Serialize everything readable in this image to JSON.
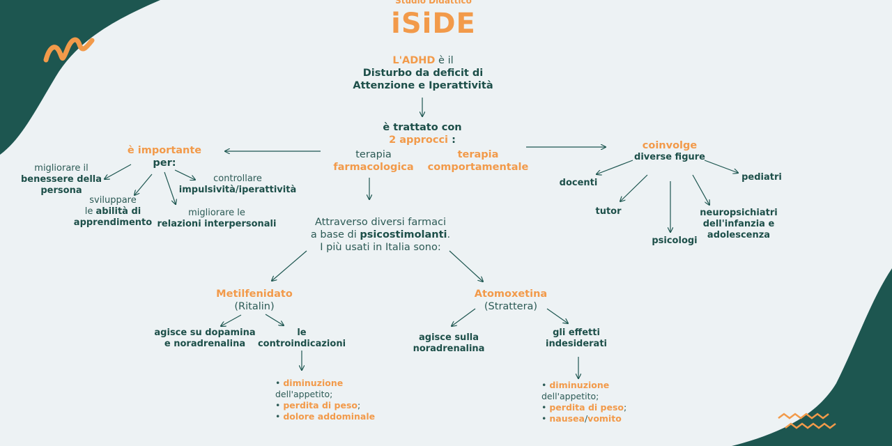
{
  "colors": {
    "background": "#edf2f4",
    "dark_green": "#1d5650",
    "orange": "#f29a4a"
  },
  "logo": {
    "top": "Studio Didattico",
    "name": "iSiDE"
  },
  "center": {
    "adhd": "L'ADHD",
    "is": " è il",
    "line2": "Disturbo da deficit di",
    "line3": "Attenzione e Iperattività"
  },
  "treated": {
    "line1": "è trattato con",
    "line2": "2 approcci",
    "colon": " :"
  },
  "approach_pharma": {
    "line1": "terapia",
    "line2": "farmacologica"
  },
  "approach_behav": {
    "line1": "terapia",
    "line2": "comportamentale"
  },
  "important": {
    "title": "è importante",
    "for": "per:"
  },
  "goals": {
    "g1": {
      "line1": "migliorare il",
      "line2": "benessere della",
      "line3": "persona"
    },
    "g2": {
      "line1": "sviluppare",
      "line2_pre": "le ",
      "line2_bold": "abilità di",
      "line3": "apprendimento"
    },
    "g3": {
      "line1": "migliorare le",
      "line2": "relazioni interpersonali"
    },
    "g4": {
      "line1": "controllare",
      "line2": "impulsività/iperattività"
    }
  },
  "involves": {
    "title": "coinvolge",
    "subtitle": "diverse figure"
  },
  "figures": {
    "docenti": "docenti",
    "tutor": "tutor",
    "psicologi": "psicologi",
    "neuro": {
      "line1": "neuropsichiatri",
      "line2": "dell'infanzia e",
      "line3": "adolescenza"
    },
    "pediatri": "pediatri"
  },
  "drugs_intro": {
    "line1": "Attraverso diversi farmaci",
    "line2_pre": "a base di ",
    "line2_bold": "psicostimolanti",
    "line2_post": ".",
    "line3": "I più usati in Italia sono:"
  },
  "metil": {
    "name": "Metilfenidato",
    "brand": "(Ritalin)"
  },
  "atom": {
    "name": "Atomoxetina",
    "brand": "(Strattera)"
  },
  "metil_action": {
    "line1": "agisce su dopamina",
    "line2": "e noradrenalina"
  },
  "metil_contra": {
    "line1": "le",
    "line2": "controindicazioni"
  },
  "atom_action": {
    "line1": "agisce sulla",
    "line2": "noradrenalina"
  },
  "atom_side": {
    "line1": "gli effetti",
    "line2": "indesiderati"
  },
  "metil_list": {
    "b1_bold": "diminuzione",
    "b1_rest": "dell'appetito;",
    "b2_bold": "perdita di peso",
    "b2_rest": ";",
    "b3_bold": "dolore addominale"
  },
  "atom_list": {
    "b1_bold": "diminuzione",
    "b1_rest": "dell'appetito;",
    "b2_bold": "perdita di peso",
    "b2_rest": ";",
    "b3_bold_a": "nausea",
    "b3_sep": "/",
    "b3_bold_b": "vomito"
  }
}
